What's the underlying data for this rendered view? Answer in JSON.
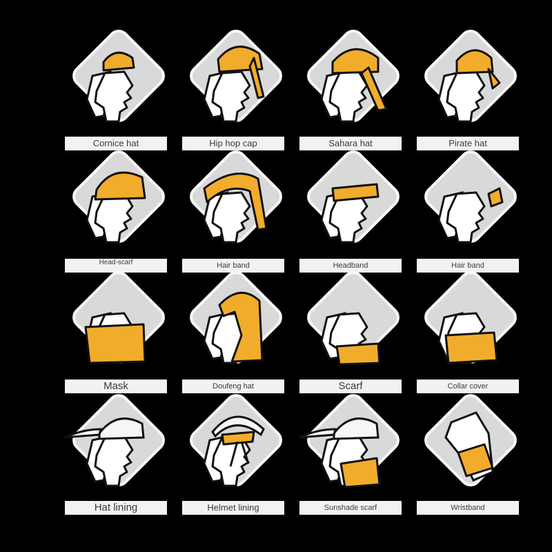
{
  "colors": {
    "background": "#000000",
    "accent": "#f2ac2c",
    "diamond": "#d9d9d9",
    "outline": "#111111",
    "label_bg": "#f2f2f2",
    "label_text": "#3a3a3a"
  },
  "items": [
    {
      "label": "Cornice hat",
      "icon": "cornice-hat-icon",
      "style": "bandana-top"
    },
    {
      "label": "Hip hop cap",
      "icon": "hip-hop-cap-icon",
      "style": "bandana-tie"
    },
    {
      "label": "Sahara hat",
      "icon": "sahara-hat-icon",
      "style": "bandana-tail"
    },
    {
      "label": "Pirate hat",
      "icon": "pirate-hat-icon",
      "style": "bandana-knot"
    },
    {
      "label": "Head-scarf",
      "icon": "head-scarf-icon",
      "style": "headscarf"
    },
    {
      "label": "Hair band",
      "icon": "hair-band-icon",
      "style": "hairband-wide"
    },
    {
      "label": "Headband",
      "icon": "headband-icon",
      "style": "headband"
    },
    {
      "label": "Hair band",
      "icon": "hair-band-back-icon",
      "style": "hairband-back"
    },
    {
      "label": "Mask",
      "icon": "mask-icon",
      "style": "mask"
    },
    {
      "label": "Doufeng hat",
      "icon": "doufeng-hat-icon",
      "style": "hood"
    },
    {
      "label": "Scarf",
      "icon": "scarf-icon",
      "style": "scarf"
    },
    {
      "label": "Collar cover",
      "icon": "collar-cover-icon",
      "style": "collar"
    },
    {
      "label": "Hat lining",
      "icon": "hat-lining-icon",
      "style": "cap-lining"
    },
    {
      "label": "Helmet lining",
      "icon": "helmet-lining-icon",
      "style": "helmet"
    },
    {
      "label": "Sunshade scarf",
      "icon": "sunshade-scarf-icon",
      "style": "cap-scarf"
    },
    {
      "label": "Wristband",
      "icon": "wristband-icon",
      "style": "wrist"
    }
  ]
}
